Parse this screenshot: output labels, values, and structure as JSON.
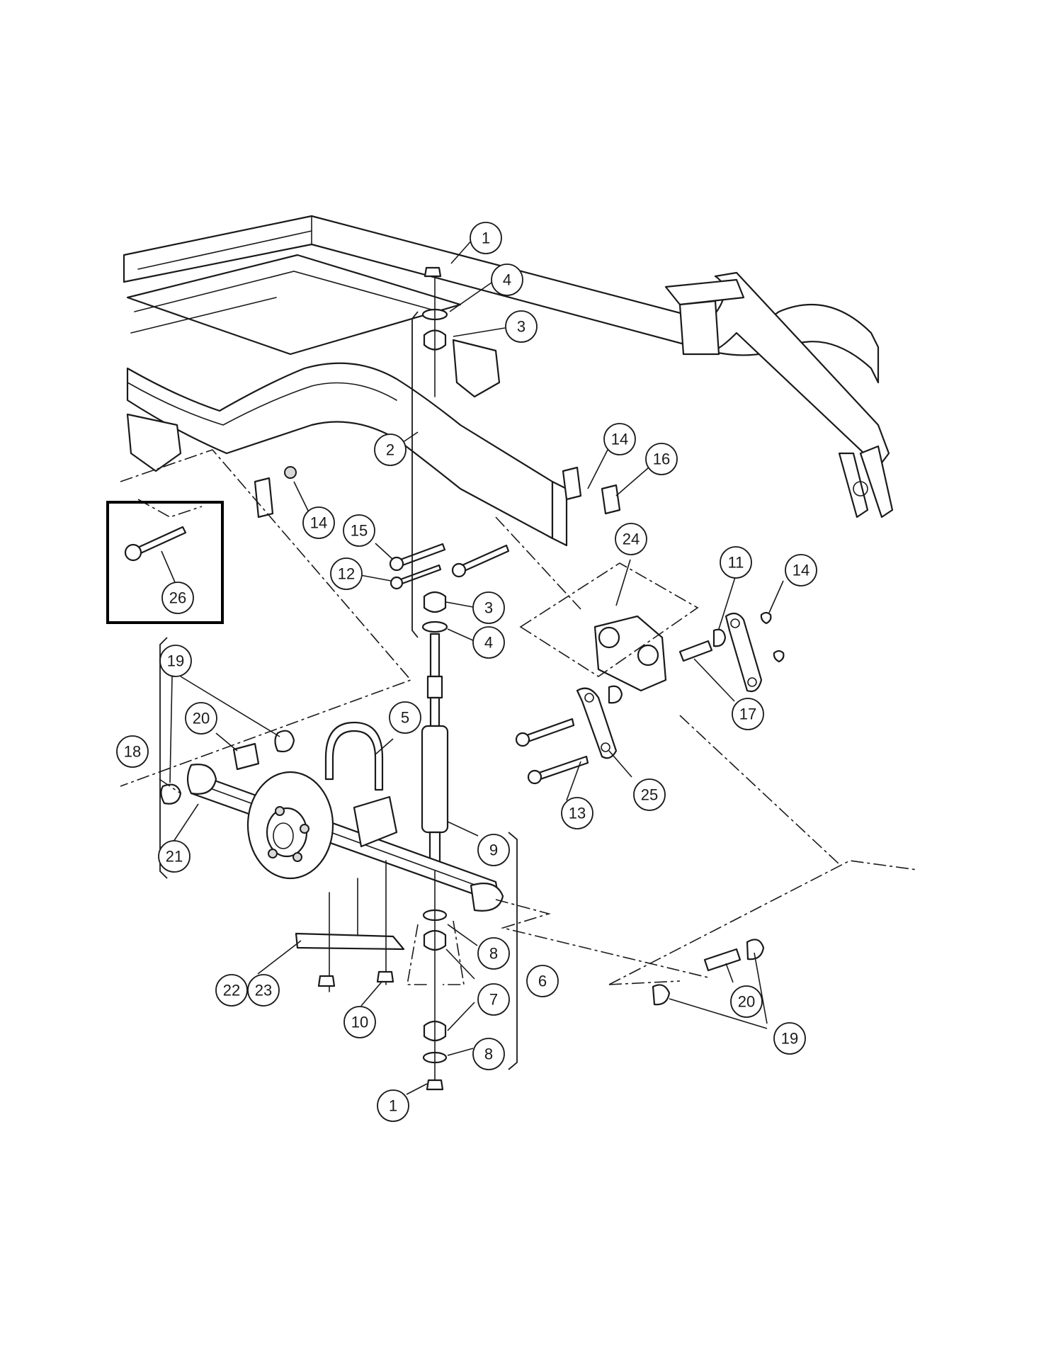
{
  "callouts": [
    {
      "id": "c1a",
      "label": "1"
    },
    {
      "id": "c4a",
      "label": "4"
    },
    {
      "id": "c3a",
      "label": "3"
    },
    {
      "id": "c2",
      "label": "2"
    },
    {
      "id": "c14a",
      "label": "14"
    },
    {
      "id": "c16",
      "label": "16"
    },
    {
      "id": "c14b",
      "label": "14"
    },
    {
      "id": "c15",
      "label": "15"
    },
    {
      "id": "c12",
      "label": "12"
    },
    {
      "id": "c3b",
      "label": "3"
    },
    {
      "id": "c4b",
      "label": "4"
    },
    {
      "id": "c24",
      "label": "24"
    },
    {
      "id": "c11",
      "label": "11"
    },
    {
      "id": "c14c",
      "label": "14"
    },
    {
      "id": "c17",
      "label": "17"
    },
    {
      "id": "c26",
      "label": "26"
    },
    {
      "id": "c19a",
      "label": "19"
    },
    {
      "id": "c20a",
      "label": "20"
    },
    {
      "id": "c5",
      "label": "5"
    },
    {
      "id": "c18",
      "label": "18"
    },
    {
      "id": "c21",
      "label": "21"
    },
    {
      "id": "c9",
      "label": "9"
    },
    {
      "id": "c13",
      "label": "13"
    },
    {
      "id": "c25",
      "label": "25"
    },
    {
      "id": "c8a",
      "label": "8"
    },
    {
      "id": "c6",
      "label": "6"
    },
    {
      "id": "c7",
      "label": "7"
    },
    {
      "id": "c22",
      "label": "22"
    },
    {
      "id": "c23",
      "label": "23"
    },
    {
      "id": "c10",
      "label": "10"
    },
    {
      "id": "c8b",
      "label": "8"
    },
    {
      "id": "c1b",
      "label": "1"
    },
    {
      "id": "c20b",
      "label": "20"
    },
    {
      "id": "c19b",
      "label": "19"
    }
  ]
}
